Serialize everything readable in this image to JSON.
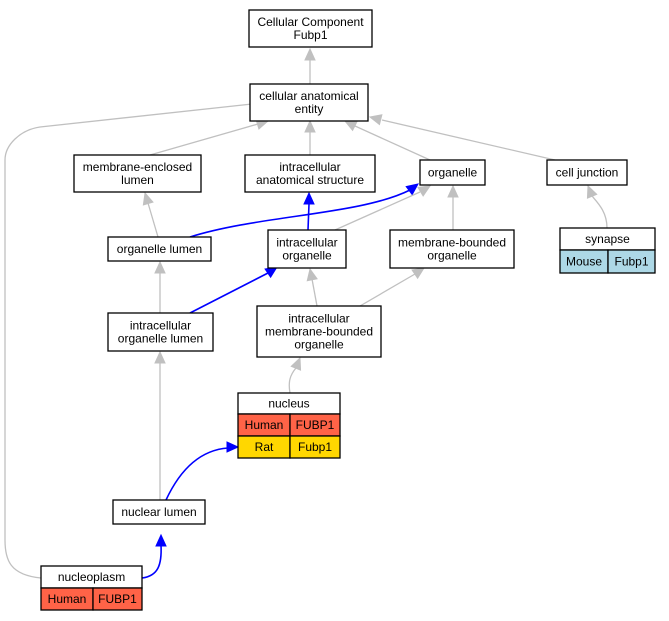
{
  "colors": {
    "human": "#ff6347",
    "rat": "#ffd700",
    "mouse": "#add8e6",
    "edge_is_a": "#c0c0c0",
    "edge_part_of": "#0000ff"
  },
  "nodes": {
    "root": [
      "Cellular Component",
      "Fubp1"
    ],
    "cae": [
      "cellular anatomical",
      "entity"
    ],
    "mel": [
      "membrane-enclosed",
      "lumen"
    ],
    "ias": [
      "intracellular",
      "anatomical structure"
    ],
    "organelle": [
      "organelle"
    ],
    "cell_junction": [
      "cell junction"
    ],
    "organelle_lumen": [
      "organelle lumen"
    ],
    "intracellular_organelle": [
      "intracellular",
      "organelle"
    ],
    "mbo": [
      "membrane-bounded",
      "organelle"
    ],
    "iol": [
      "intracellular",
      "organelle lumen"
    ],
    "imbo": [
      "intracellular",
      "membrane-bounded",
      "organelle"
    ],
    "nuclear_lumen": [
      "nuclear lumen"
    ]
  },
  "records": {
    "synapse": {
      "title": "synapse",
      "rows": [
        {
          "species": "Mouse",
          "gene": "Fubp1",
          "color": "mouse"
        }
      ]
    },
    "nucleus": {
      "title": "nucleus",
      "rows": [
        {
          "species": "Human",
          "gene": "FUBP1",
          "color": "human"
        },
        {
          "species": "Rat",
          "gene": "Fubp1",
          "color": "rat"
        }
      ]
    },
    "nucleoplasm": {
      "title": "nucleoplasm",
      "rows": [
        {
          "species": "Human",
          "gene": "FUBP1",
          "color": "human"
        }
      ]
    }
  },
  "edges": [
    {
      "from": "cae",
      "to": "root",
      "kind": "is_a"
    },
    {
      "from": "mel",
      "to": "cae",
      "kind": "is_a"
    },
    {
      "from": "ias",
      "to": "cae",
      "kind": "is_a"
    },
    {
      "from": "organelle",
      "to": "cae",
      "kind": "is_a"
    },
    {
      "from": "cell_junction",
      "to": "cae",
      "kind": "is_a"
    },
    {
      "from": "nucleoplasm",
      "to": "cae",
      "kind": "is_a"
    },
    {
      "from": "organelle_lumen",
      "to": "mel",
      "kind": "is_a"
    },
    {
      "from": "organelle_lumen",
      "to": "organelle",
      "kind": "part_of"
    },
    {
      "from": "intracellular_organelle",
      "to": "ias",
      "kind": "part_of"
    },
    {
      "from": "intracellular_organelle",
      "to": "organelle",
      "kind": "is_a"
    },
    {
      "from": "mbo",
      "to": "organelle",
      "kind": "is_a"
    },
    {
      "from": "synapse",
      "to": "cell_junction",
      "kind": "is_a"
    },
    {
      "from": "iol",
      "to": "organelle_lumen",
      "kind": "is_a"
    },
    {
      "from": "iol",
      "to": "intracellular_organelle",
      "kind": "part_of"
    },
    {
      "from": "imbo",
      "to": "intracellular_organelle",
      "kind": "is_a"
    },
    {
      "from": "imbo",
      "to": "mbo",
      "kind": "is_a"
    },
    {
      "from": "nucleus",
      "to": "imbo",
      "kind": "is_a"
    },
    {
      "from": "nuclear_lumen",
      "to": "iol",
      "kind": "is_a"
    },
    {
      "from": "nuclear_lumen",
      "to": "nucleus",
      "kind": "part_of"
    },
    {
      "from": "nucleoplasm",
      "to": "nuclear_lumen",
      "kind": "part_of"
    }
  ]
}
